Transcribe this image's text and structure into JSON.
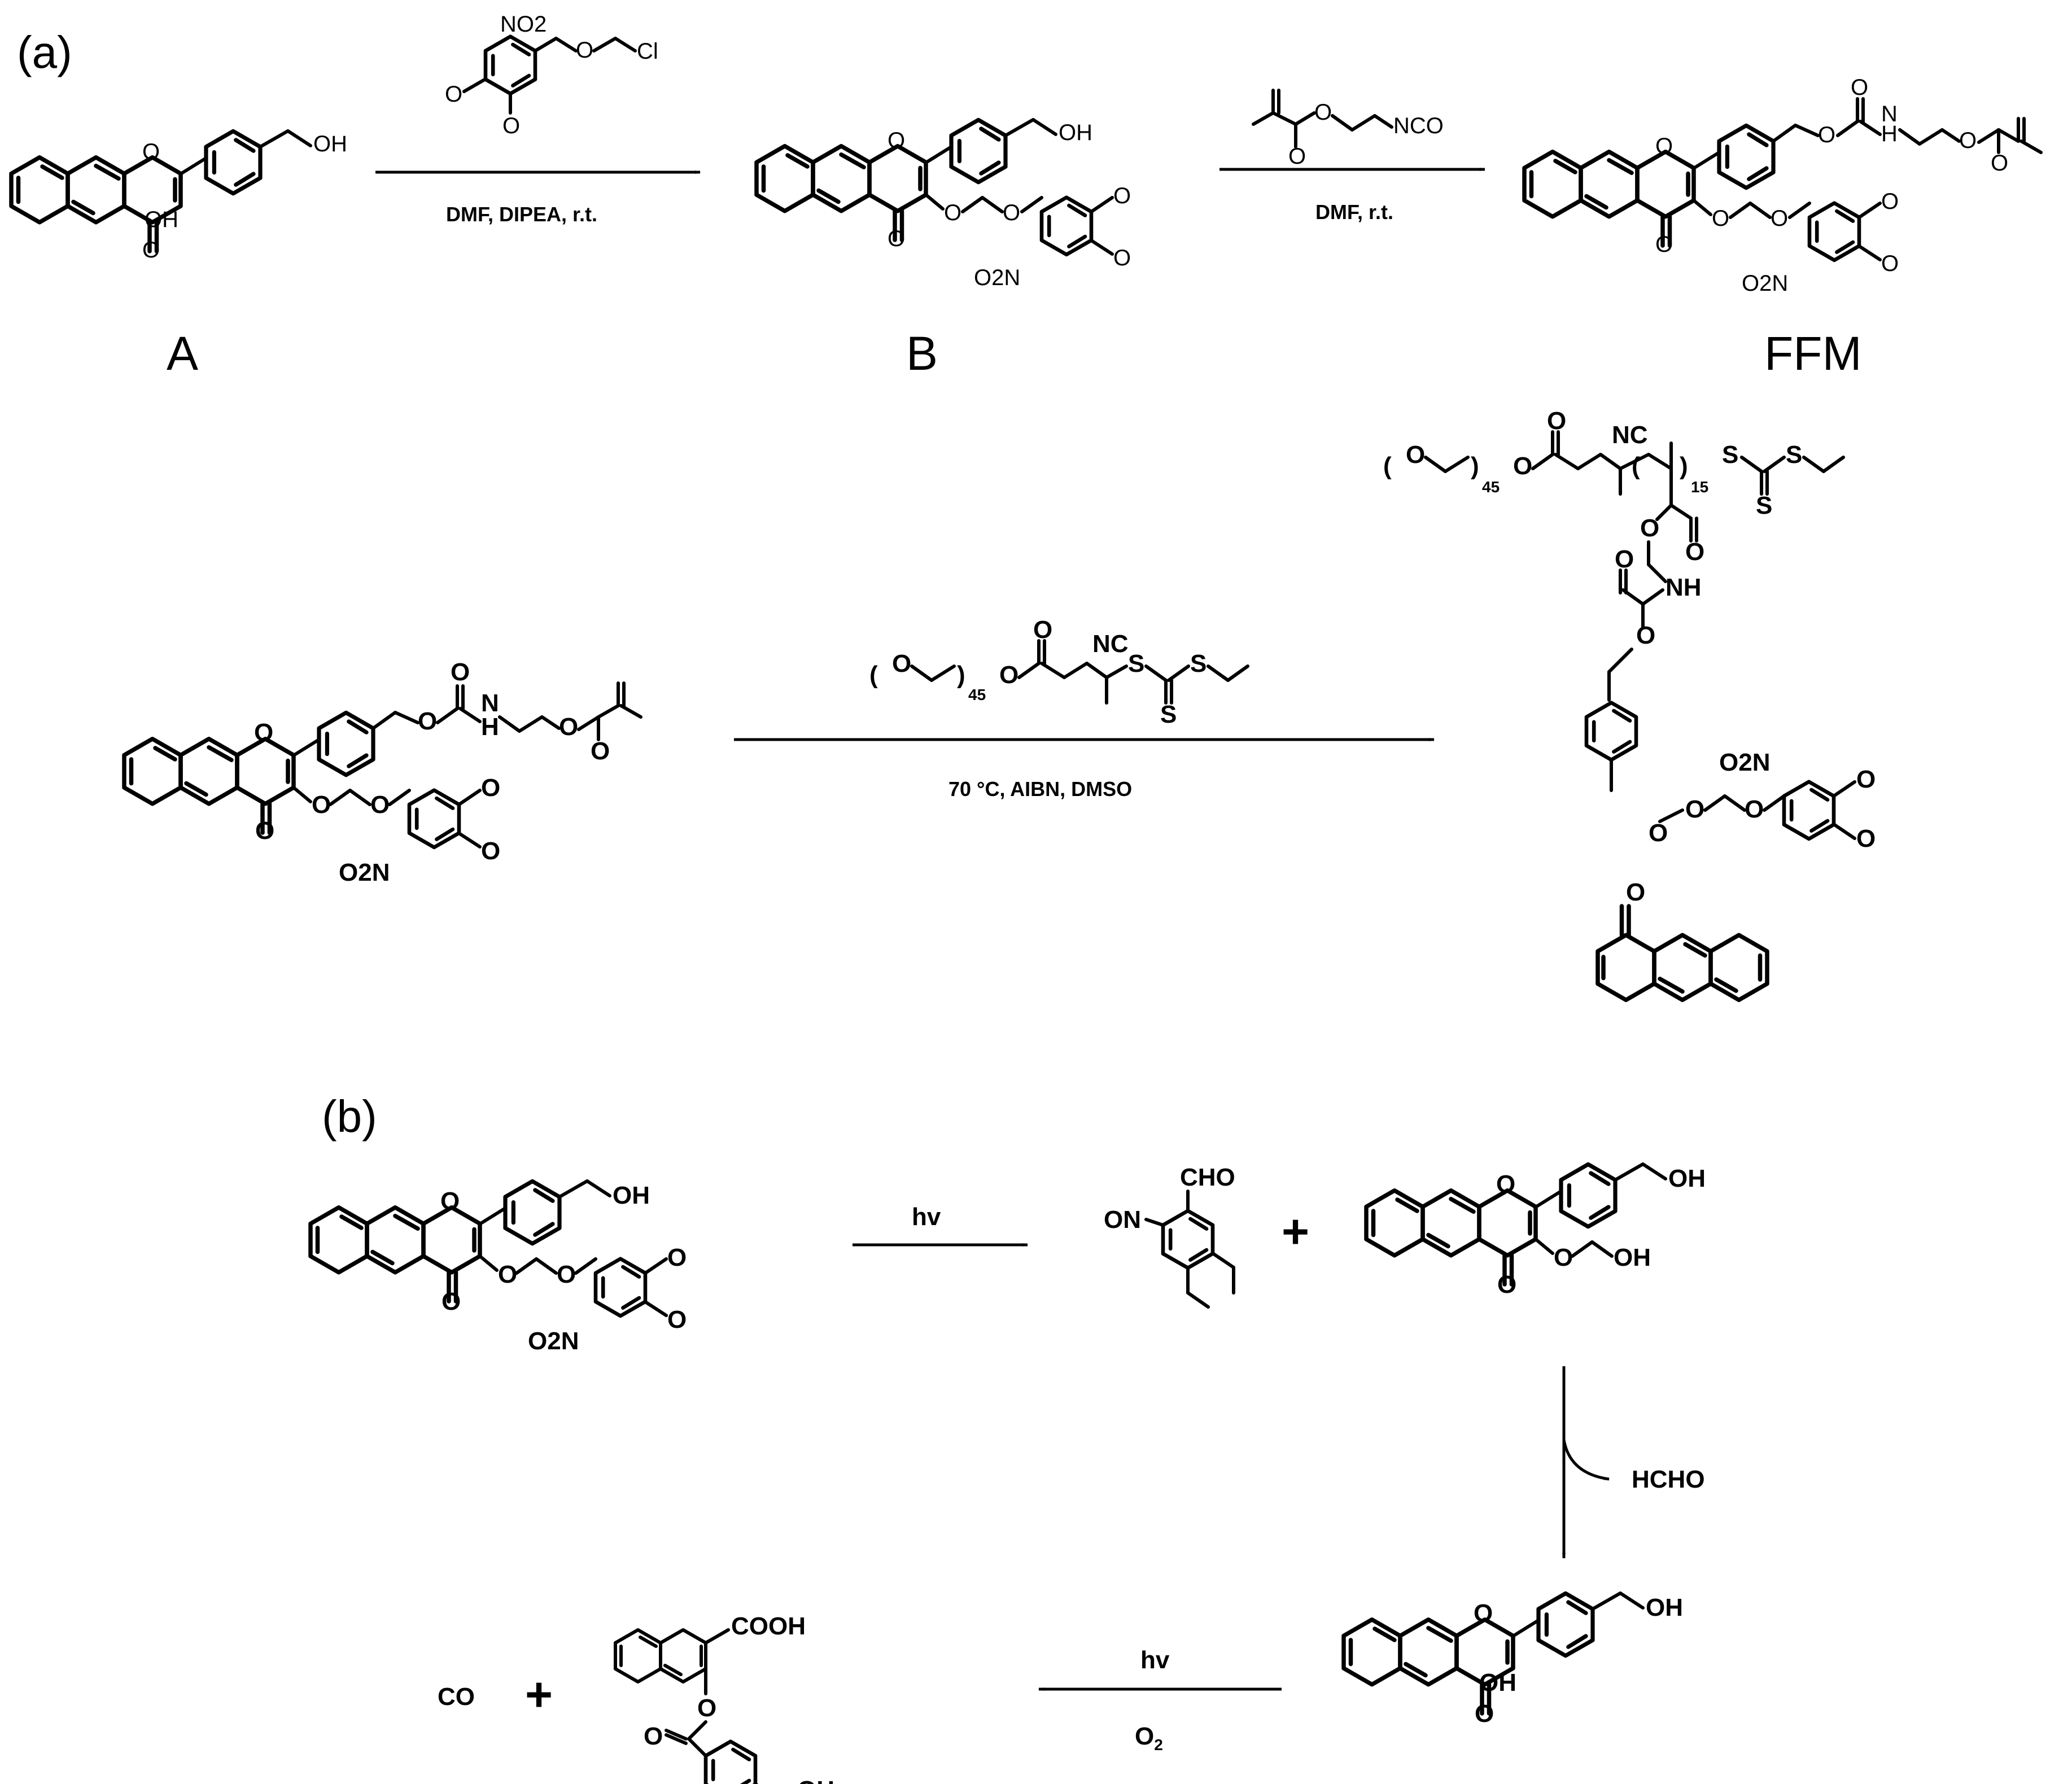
{
  "panels": {
    "a": "(a)",
    "b": "(b)"
  },
  "compounds": {
    "A": "A",
    "B": "B",
    "FFM": "FFM"
  },
  "conditions": {
    "step1": "DMF, DIPEA, r.t.",
    "step2": "DMF, r.t.",
    "polymerization": "70 °C, AIBN, DMSO",
    "photolysis1": "hv",
    "photolysis2": "hv",
    "oxygen": "O2"
  },
  "byproducts": {
    "formaldehyde": "HCHO",
    "carbon_monoxide": "CO",
    "plus1": "+",
    "plus2": "+"
  },
  "atom_labels": {
    "oh": "OH",
    "o": "O",
    "cl": "Cl",
    "no2": "NO2",
    "o2n": "O2N",
    "nco": "NCO",
    "nh": "NH",
    "h": "H",
    "nc": "NC",
    "s": "S",
    "on": "ON",
    "cho": "CHO",
    "cooh": "COOH"
  },
  "repeat_units": {
    "peg": "45",
    "polymer": "15"
  }
}
